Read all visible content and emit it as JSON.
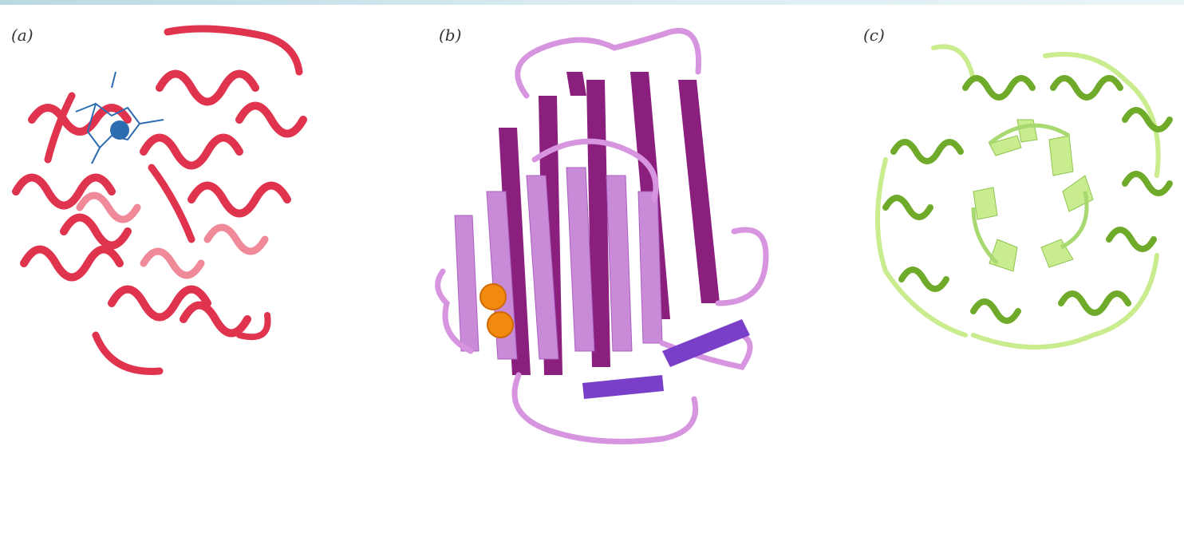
{
  "figure": {
    "panels": [
      {
        "label": "(a)",
        "structure": "alpha-helix-ribbon",
        "color": "#e0344e",
        "cofactor_color": "#2c6cb0"
      },
      {
        "label": "(b)",
        "structure": "beta-barrel-ribbon",
        "color": "#8a1f7e",
        "light_color": "#c98bd8",
        "cofactor_color": "#f28a10"
      },
      {
        "label": "(c)",
        "structure": "alpha-beta-barrel-ribbon",
        "color": "#6faa2a",
        "light_color": "#c9ec8e"
      }
    ]
  }
}
